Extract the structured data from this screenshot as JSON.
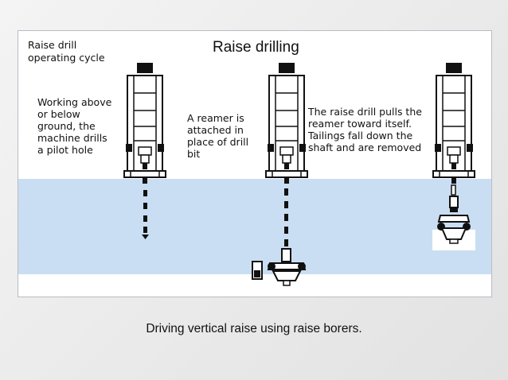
{
  "diagram": {
    "title": "Raise drilling",
    "cycle_label_line1": "Raise drill",
    "cycle_label_line2": "operating cycle",
    "step1": [
      "Working above",
      "or below",
      "ground, the",
      "machine drills",
      "a pilot hole"
    ],
    "step2": [
      "A reamer is",
      "attached in",
      "place of drill",
      "bit"
    ],
    "step3": [
      "The raise drill pulls the",
      "reamer toward itself.",
      "Tailings fall down the",
      "shaft and are removed"
    ]
  },
  "colors": {
    "rock": "#c9def2",
    "surface": "#ffffff",
    "machine": "#111111",
    "frame": "#ffffff"
  },
  "caption": "Driving vertical raise using raise borers."
}
